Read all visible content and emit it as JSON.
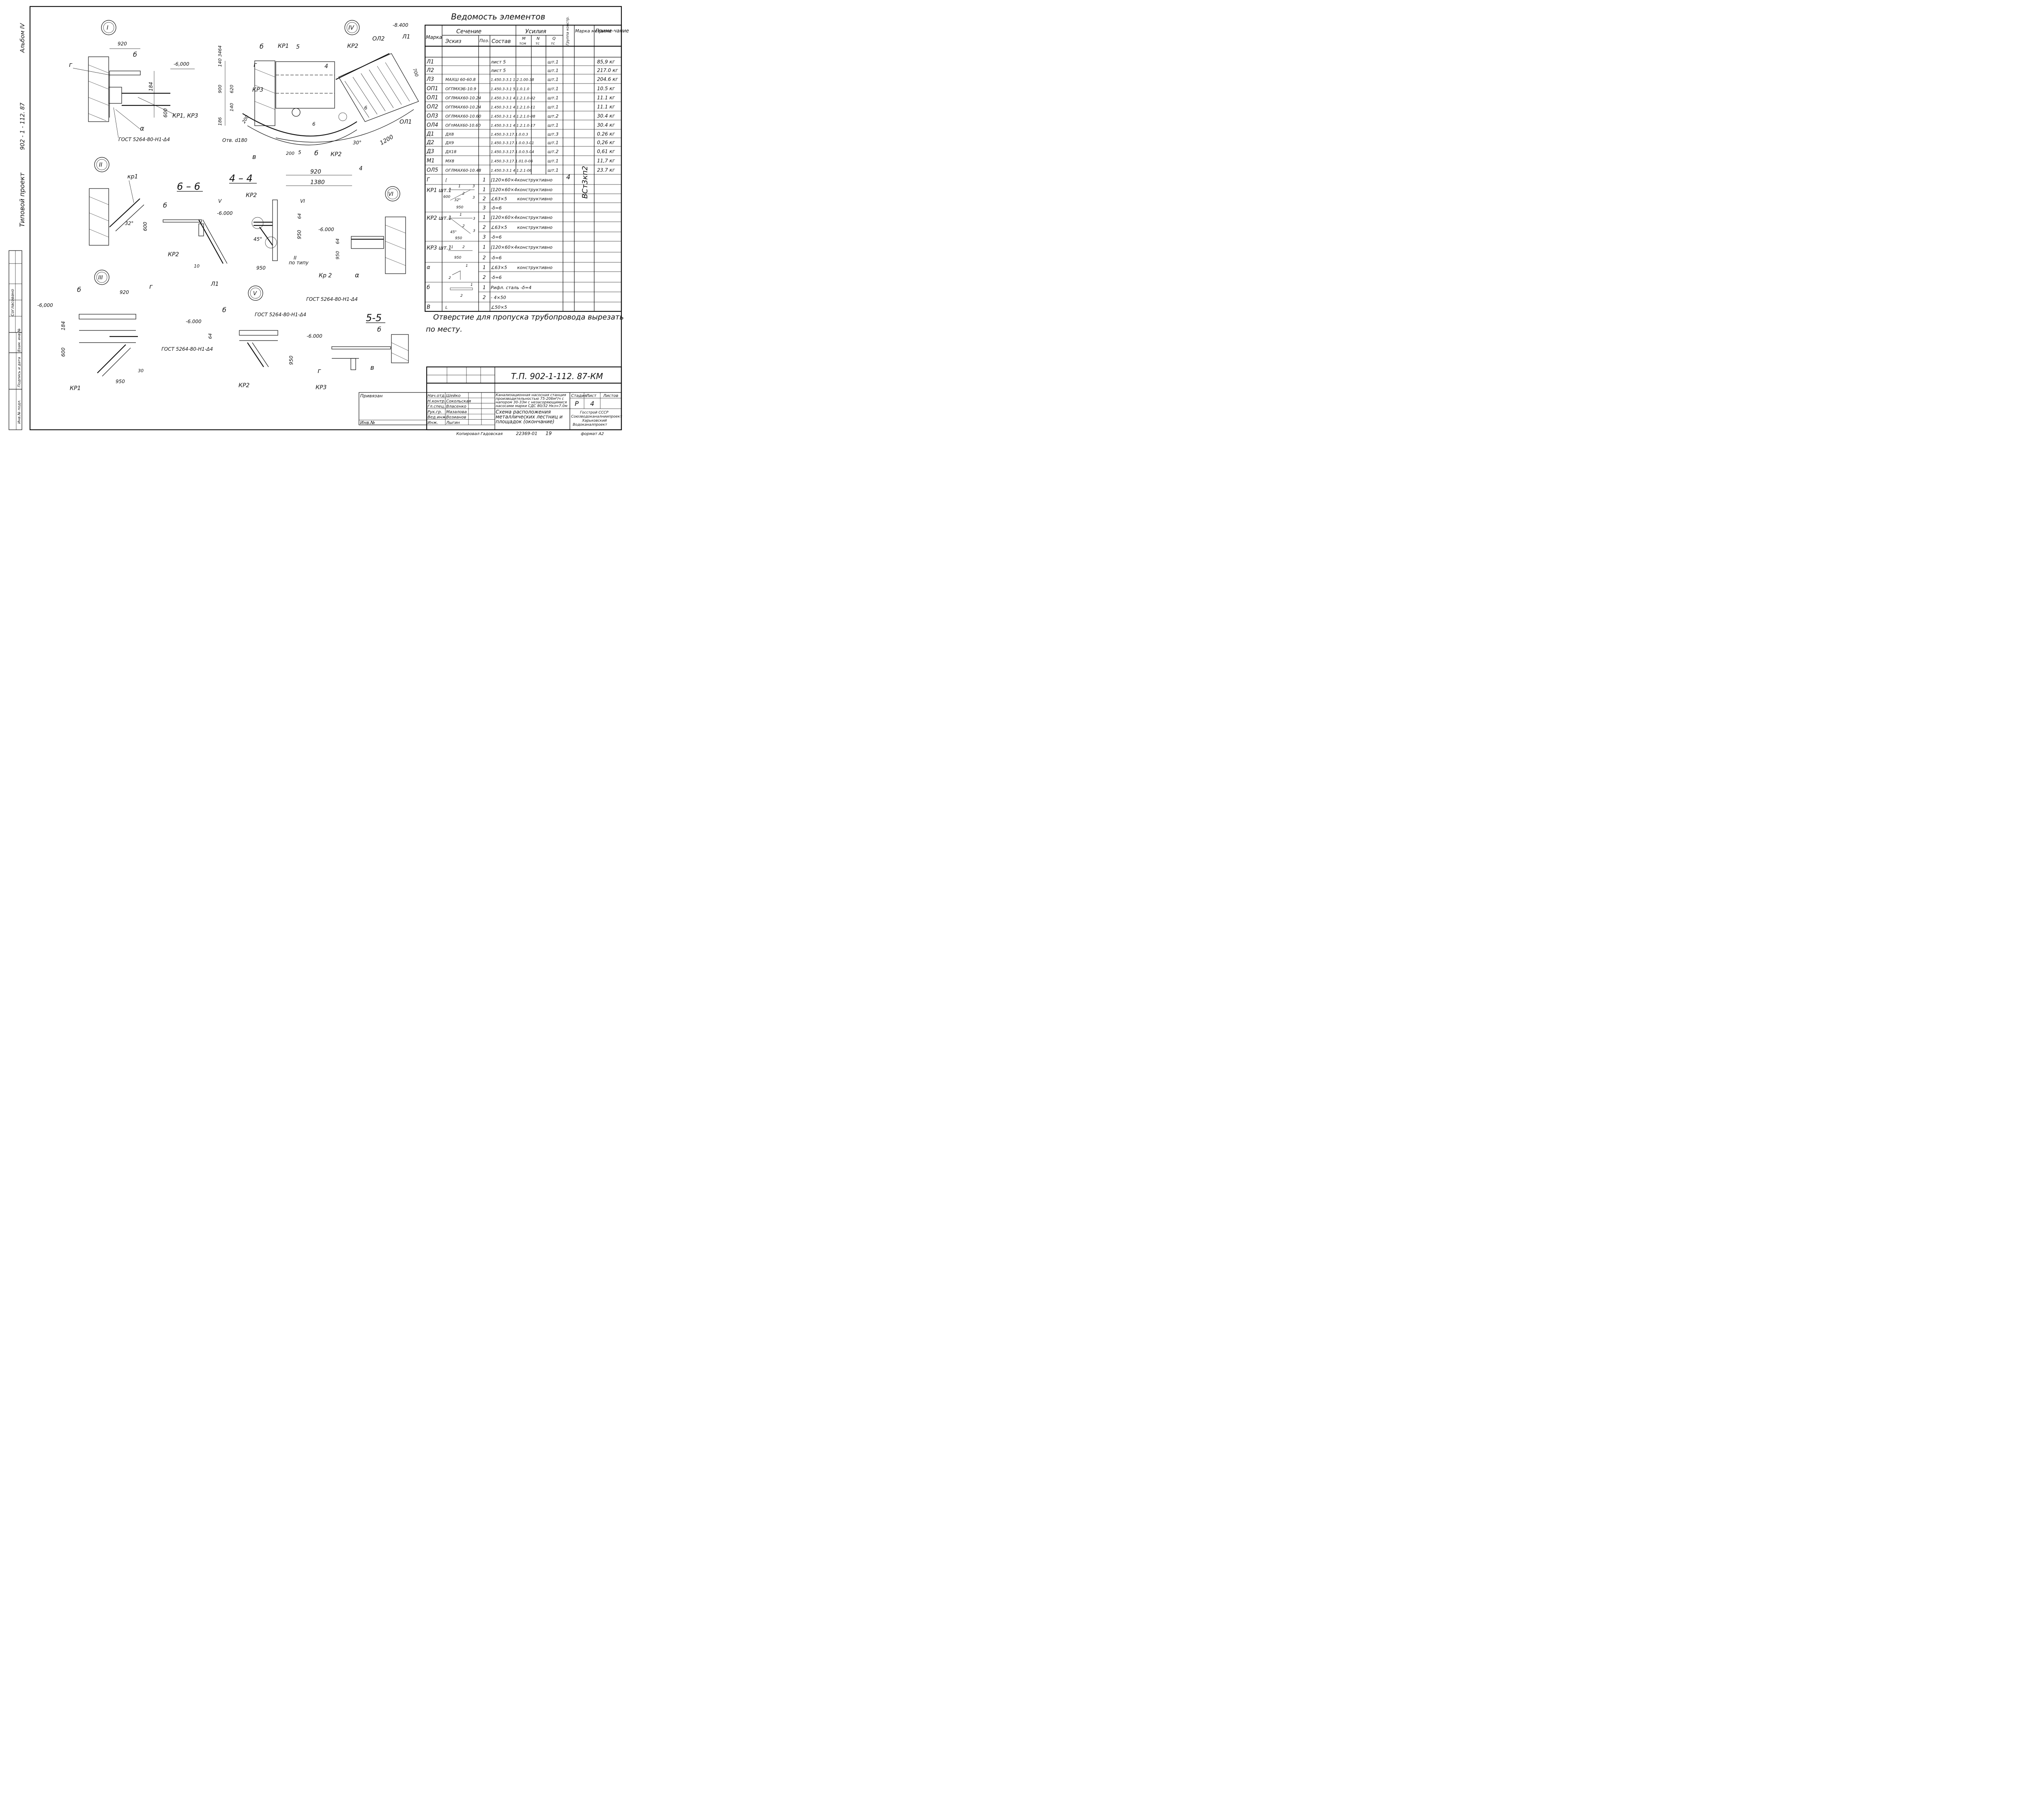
{
  "side": {
    "album": "Альбом IV",
    "code": "902 - 1 - 112. 87",
    "type": "Типовой проект",
    "approved": "Согласовано",
    "inv_orig": "Инв.№ подл.",
    "sign_date": "Подпись и дата",
    "replace": "Взам. инв.№"
  },
  "views": {
    "v1": "I",
    "v2": "II",
    "v3": "III",
    "v4": "IV",
    "v5": "V",
    "v6": "VI",
    "s44": "4 – 4",
    "s66": "6 – 6",
    "s55": "5-5"
  },
  "labels": {
    "v1_920": "920",
    "v1_b": "б",
    "v1_g": "г",
    "v1_elev": "-6,000",
    "v1_184": "184",
    "v1_600": "600",
    "v1_kp": "КР1, КР3",
    "v1_a": "α",
    "v1_gost": "ГОСТ 5264-80-Н1-Δ4",
    "v4_3464": "3464",
    "v4_140a": "140",
    "v4_900": "900",
    "v4_620": "620",
    "v4_140b": "140",
    "v4_186": "186",
    "v4_200": "200",
    "v4_b": "б",
    "v4_g": "г",
    "v4_kr1": "КР1",
    "v4_kr3": "КР3",
    "v4_5": "5",
    "v4_4": "4",
    "v4_kr2": "КР2",
    "v4_ol2": "ОЛ2",
    "v4_l1": "Л1",
    "v4_8400": "-8.400",
    "v4_700": "700",
    "v4_6": "6",
    "v4_ol1": "ОЛ1",
    "v4_1200": "1200",
    "v4_30": "30°",
    "v4_otv": "Отв. d180",
    "v4_v": "в",
    "v4_6b": "6",
    "v4_200b": "200",
    "v4_5b": "5",
    "v4_b2": "б",
    "v4_kr2b": "КР2",
    "v4_920": "920",
    "v4_1380": "1380",
    "v4_4b": "4",
    "v2_kr1": "кр1",
    "v2_32": "32°",
    "v2_600": "600",
    "v66_b": "б",
    "v66_kr2": "КР2",
    "v66_10": "10",
    "v66_l1": "Л1",
    "v44_5": "V",
    "v44_kr2": "КР2",
    "v44_6": "VI",
    "v44_elev": "-6.000",
    "v44_64": "64",
    "v44_45": "45°",
    "v44_950": "950",
    "v44_950b": "950",
    "v44_2": "II",
    "v44_pt": "по типу",
    "v6_elev": "-6.000",
    "v6_64": "64",
    "v6_950": "950",
    "v6_kr2": "Кр 2",
    "v6_a": "α",
    "v6_gost": "ГОСТ 5264-80-Н1-Δ4",
    "v3_b": "б",
    "v3_920": "920",
    "v3_g": "г",
    "v3_elev": "-6,000",
    "v3_184": "184",
    "v3_600": "600",
    "v3_gost": "ГОСТ 5264-80-Н1-Δ4",
    "v3_30": "30",
    "v3_950": "950",
    "v3_kr1": "КР1",
    "v5_b": "б",
    "v5_gost": "ГОСТ 5264-80-Н1-Δ4",
    "v5_elev": "-6.000",
    "v5_64": "64",
    "v5_950": "950",
    "v5_kr2": "КР2",
    "v55_elev": "-6.000",
    "v55_b": "б",
    "v55_g": "г",
    "v55_v": "в",
    "v55_kr3": "КР3"
  },
  "table": {
    "title": "Ведомость элементов",
    "h_mark": "Марка",
    "h_section": "Сечение",
    "h_forces": "Усилия",
    "h_sketch": "Эскиз",
    "h_pos": "Поз.",
    "h_comp": "Состав",
    "h_m": "М",
    "h_m_u": "тсм",
    "h_n": "N",
    "h_n_u": "тс",
    "h_q": "Q",
    "h_q_u": "тс",
    "h_group": "Группа констр.",
    "h_metal": "Марка металла",
    "h_note": "Приме-чание",
    "group_value": "4",
    "metal_value": "ВСт3кп2",
    "rows": [
      {
        "mark": "Л1",
        "sketch": "",
        "pos": "",
        "comp": "лист 5",
        "qty": "шт.1",
        "note": "85,9 кг"
      },
      {
        "mark": "Л2",
        "sketch": "",
        "pos": "",
        "comp": "лист 5",
        "qty": "шт.1",
        "note": "217.0 кг"
      },
      {
        "mark": "Л3",
        "sketch": "МАХШ 60-60.8",
        "pos": "",
        "comp": "1.450.3-3.1 1.2.1.00-38",
        "qty": "шт.1",
        "note": "204.6 кг"
      },
      {
        "mark": "ОП1",
        "sketch": "ОГПМХЭБ-10.9",
        "pos": "",
        "comp": "1.450.3-3.1 5.1.0.1.0",
        "qty": "шт.1",
        "note": "10.5 кг"
      },
      {
        "mark": "ОЛ1",
        "sketch": "ОГЛМАХ60-10.24",
        "pos": "",
        "comp": "1.450.3-3.1 4.1.2.1.0-02",
        "qty": "шт.1",
        "note": "11.1 кг"
      },
      {
        "mark": "ОЛ2",
        "sketch": "ОГПМАХ60-10.24",
        "pos": "",
        "comp": "1.450.3-3.1 4.1.2.1.0-11",
        "qty": "шт.1",
        "note": "11.1 кг"
      },
      {
        "mark": "ОЛ3",
        "sketch": "ОГЛМАХ60-10.60",
        "pos": "",
        "comp": "1.450.3-3.1 4.1.2.1.0-08",
        "qty": "шт.2",
        "note": "30.4 кг"
      },
      {
        "mark": "ОЛ4",
        "sketch": "ОГпМАХ60-10.60",
        "pos": "",
        "comp": "1.450.3-3.1 4.1.2.1.0-17",
        "qty": "шт.1",
        "note": "30.4 кг"
      },
      {
        "mark": "Д1",
        "sketch": "ДХ8",
        "pos": "",
        "comp": "1.450.3-3.17.1.0.0.3",
        "qty": "шт.3",
        "note": "0.26 кг"
      },
      {
        "mark": "Д2",
        "sketch": "ДХ9",
        "pos": "",
        "comp": "1.450.3-3.17.1.0.0.3-01",
        "qty": "шт.1",
        "note": "0,26 кг"
      },
      {
        "mark": "Д3",
        "sketch": "ДХ18",
        "pos": "",
        "comp": "1.450.3-3.17.1.0.0.5-04",
        "qty": "шт.2",
        "note": "0,61 кг"
      },
      {
        "mark": "М1",
        "sketch": "МХ8",
        "pos": "",
        "comp": "1.450.3-3.17.1.01.0-06",
        "qty": "шт.1",
        "note": "11,7 кг"
      },
      {
        "mark": "ОЛ5",
        "sketch": "ОГЛМАХ60-10.48",
        "pos": "",
        "comp": "1.450.3-3.1 4.1.2.1-06",
        "qty": "шт.1",
        "note": "23.7 кг"
      },
      {
        "mark": "Г",
        "sketch": "[",
        "pos": "1",
        "comp": "[120×60×4",
        "qty": "конструктивно",
        "note": ""
      },
      {
        "mark": "КР1 шт.1",
        "sketch": "",
        "pos": "1",
        "comp": "[120×60×4",
        "qty": "конструктивно",
        "note": ""
      },
      {
        "mark": "",
        "sketch": "",
        "pos": "2",
        "comp": "∠63×5",
        "qty": "конструктивно",
        "note": ""
      },
      {
        "mark": "",
        "sketch": "",
        "pos": "3",
        "comp": "-δ=6",
        "qty": "",
        "note": ""
      },
      {
        "mark": "КР2 шт.1",
        "sketch": "",
        "pos": "1",
        "comp": "[120×60×4",
        "qty": "конструктивно",
        "note": ""
      },
      {
        "mark": "",
        "sketch": "",
        "pos": "2",
        "comp": "∠63×5",
        "qty": "конструктивно",
        "note": ""
      },
      {
        "mark": "",
        "sketch": "",
        "pos": "3",
        "comp": "-δ=6",
        "qty": "",
        "note": ""
      },
      {
        "mark": "КР3 шт.1",
        "sketch": "",
        "pos": "1",
        "comp": "[120×60×4",
        "qty": "конструктивно",
        "note": ""
      },
      {
        "mark": "",
        "sketch": "",
        "pos": "2",
        "comp": "-δ=6",
        "qty": "",
        "note": ""
      },
      {
        "mark": "α",
        "sketch": "",
        "pos": "1",
        "comp": "∠63×5",
        "qty": "конструктивно",
        "note": ""
      },
      {
        "mark": "",
        "sketch": "",
        "pos": "2",
        "comp": "-δ=6",
        "qty": "",
        "note": ""
      },
      {
        "mark": "б",
        "sketch": "",
        "pos": "1",
        "comp": "Рифл. сталь -δ=4",
        "qty": "",
        "note": ""
      },
      {
        "mark": "",
        "sketch": "",
        "pos": "2",
        "comp": "- 4×50",
        "qty": "",
        "note": ""
      },
      {
        "mark": "В",
        "sketch": "L",
        "pos": "",
        "comp": "∠50×5",
        "qty": "",
        "note": ""
      }
    ],
    "sk": {
      "kr1_1": "1",
      "kr1_2": "2",
      "kr1_3a": "3",
      "kr1_3b": "3",
      "kr1_600": "600",
      "kr1_32": "32°",
      "kr1_950": "950",
      "kr2_1": "1",
      "kr2_2": "2",
      "kr2_3a": "3",
      "kr2_3b": "3",
      "kr2_45": "45°",
      "kr2_950": "950",
      "kr3_1": "1",
      "kr3_2": "2",
      "kr3_950": "950",
      "a_1": "1",
      "a_2": "2",
      "b_1": "1",
      "b_2": "2"
    }
  },
  "note": {
    "line1": "Отверстие для пропуска трубопровода вырезать",
    "line2": "по месту."
  },
  "stamp": {
    "code": "Т.П. 902-1-112. 87-КМ",
    "bound": "Привязан",
    "inv": "Инв.№",
    "people": [
      {
        "role": "Нач.отд.",
        "name": "Шейко"
      },
      {
        "role": "Н.контр.",
        "name": "Сокольская"
      },
      {
        "role": "Гл.спец.",
        "name": "Власенко"
      },
      {
        "role": "Рук.гр.",
        "name": "Мазалова"
      },
      {
        "role": "Вед.инж.",
        "name": "Возианов"
      },
      {
        "role": "Инж.",
        "name": "Лыгин"
      }
    ],
    "desc": "Канализационная насосная станция производительностью 75-206м³/ч с напором 30-33м с незасоряющимися насосами марки СДС 80/32 Нкз=7.0м",
    "title": "Схема расположения металлических лестниц и площадок (окончание)",
    "h_stage": "Стадия",
    "h_sheet": "Лист",
    "h_sheets": "Листов",
    "stage": "Р",
    "sheet": "4",
    "sheets": "",
    "org": "Госстрой СССР Союзводоканалниипроект Харьковский Водоканалпроект",
    "copy": "Копировал",
    "copier": "Гадовская",
    "order": "22369-01",
    "num": "19",
    "format": "формат А2"
  }
}
